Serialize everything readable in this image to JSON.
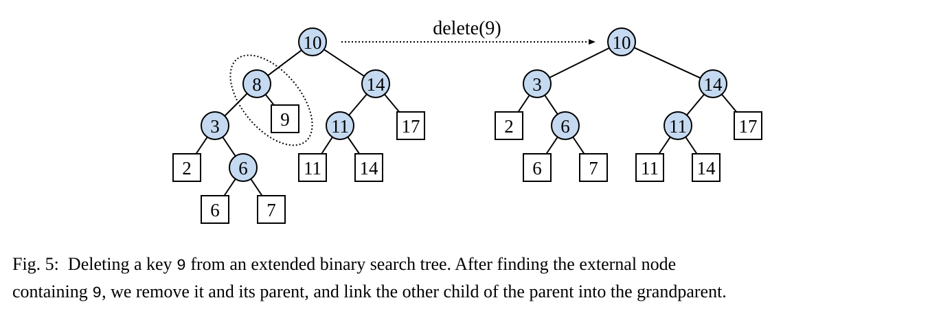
{
  "figure": {
    "operation_label": "delete(9)",
    "colors": {
      "internal_fill": "#c5daf1",
      "external_fill": "#ffffff",
      "stroke": "#000000"
    },
    "before_tree": {
      "nodes": [
        {
          "id": "b10",
          "label": "10",
          "kind": "internal"
        },
        {
          "id": "b8",
          "label": "8",
          "kind": "internal"
        },
        {
          "id": "b14",
          "label": "14",
          "kind": "internal"
        },
        {
          "id": "b3",
          "label": "3",
          "kind": "internal"
        },
        {
          "id": "b9",
          "label": "9",
          "kind": "external"
        },
        {
          "id": "b11",
          "label": "11",
          "kind": "internal"
        },
        {
          "id": "b17",
          "label": "17",
          "kind": "external"
        },
        {
          "id": "b2",
          "label": "2",
          "kind": "external"
        },
        {
          "id": "b6",
          "label": "6",
          "kind": "internal"
        },
        {
          "id": "b11x",
          "label": "11",
          "kind": "external"
        },
        {
          "id": "b14x",
          "label": "14",
          "kind": "external"
        },
        {
          "id": "b6x",
          "label": "6",
          "kind": "external"
        },
        {
          "id": "b7x",
          "label": "7",
          "kind": "external"
        }
      ],
      "edges": [
        [
          "b10",
          "b8"
        ],
        [
          "b10",
          "b14"
        ],
        [
          "b8",
          "b3"
        ],
        [
          "b8",
          "b9"
        ],
        [
          "b14",
          "b11"
        ],
        [
          "b14",
          "b17"
        ],
        [
          "b3",
          "b2"
        ],
        [
          "b3",
          "b6"
        ],
        [
          "b11",
          "b11x"
        ],
        [
          "b11",
          "b14x"
        ],
        [
          "b6",
          "b6x"
        ],
        [
          "b6",
          "b7x"
        ]
      ],
      "highlighted_group": [
        "b8",
        "b9"
      ]
    },
    "after_tree": {
      "nodes": [
        {
          "id": "a10",
          "label": "10",
          "kind": "internal"
        },
        {
          "id": "a3",
          "label": "3",
          "kind": "internal"
        },
        {
          "id": "a14",
          "label": "14",
          "kind": "internal"
        },
        {
          "id": "a2",
          "label": "2",
          "kind": "external"
        },
        {
          "id": "a6",
          "label": "6",
          "kind": "internal"
        },
        {
          "id": "a11",
          "label": "11",
          "kind": "internal"
        },
        {
          "id": "a17",
          "label": "17",
          "kind": "external"
        },
        {
          "id": "a6x",
          "label": "6",
          "kind": "external"
        },
        {
          "id": "a7x",
          "label": "7",
          "kind": "external"
        },
        {
          "id": "a11x",
          "label": "11",
          "kind": "external"
        },
        {
          "id": "a14x",
          "label": "14",
          "kind": "external"
        }
      ],
      "edges": [
        [
          "a10",
          "a3"
        ],
        [
          "a10",
          "a14"
        ],
        [
          "a3",
          "a2"
        ],
        [
          "a3",
          "a6"
        ],
        [
          "a14",
          "a11"
        ],
        [
          "a14",
          "a17"
        ],
        [
          "a6",
          "a6x"
        ],
        [
          "a6",
          "a7x"
        ],
        [
          "a11",
          "a11x"
        ],
        [
          "a11",
          "a14x"
        ]
      ]
    }
  },
  "caption": {
    "prefix": "Fig. 5:",
    "line1_a": "Deleting a key ",
    "key": "9",
    "line1_b": " from an extended binary search tree.  After finding the external node",
    "line2_a": "containing ",
    "line2_b": ", we remove it and its parent, and link the other child of the parent into the grandparent."
  }
}
